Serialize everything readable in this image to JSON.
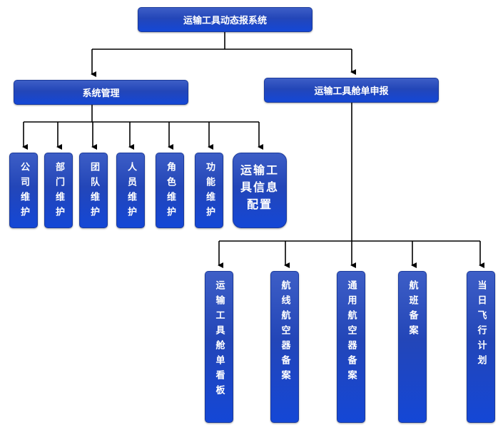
{
  "root": {
    "label": "运输工具动态报系统"
  },
  "branch_left": {
    "label": "系统管理",
    "children": [
      {
        "line1": "公司",
        "line2": "维护"
      },
      {
        "line1": "部门",
        "line2": "维护"
      },
      {
        "line1": "团队",
        "line2": "维护"
      },
      {
        "line1": "人员",
        "line2": "维护"
      },
      {
        "line1": "角色",
        "line2": "维护"
      },
      {
        "line1": "功能",
        "line2": "维护"
      }
    ],
    "config": {
      "line1": "运输工",
      "line2": "具信息",
      "line3": "配置"
    }
  },
  "branch_right": {
    "label": "运输工具舱单申报",
    "children": [
      {
        "label": "运输工具舱单看板"
      },
      {
        "label": "航线航空器备案"
      },
      {
        "label": "通用航空器备案"
      },
      {
        "label": "航班备案"
      },
      {
        "label": "当日飞行计划"
      }
    ]
  }
}
